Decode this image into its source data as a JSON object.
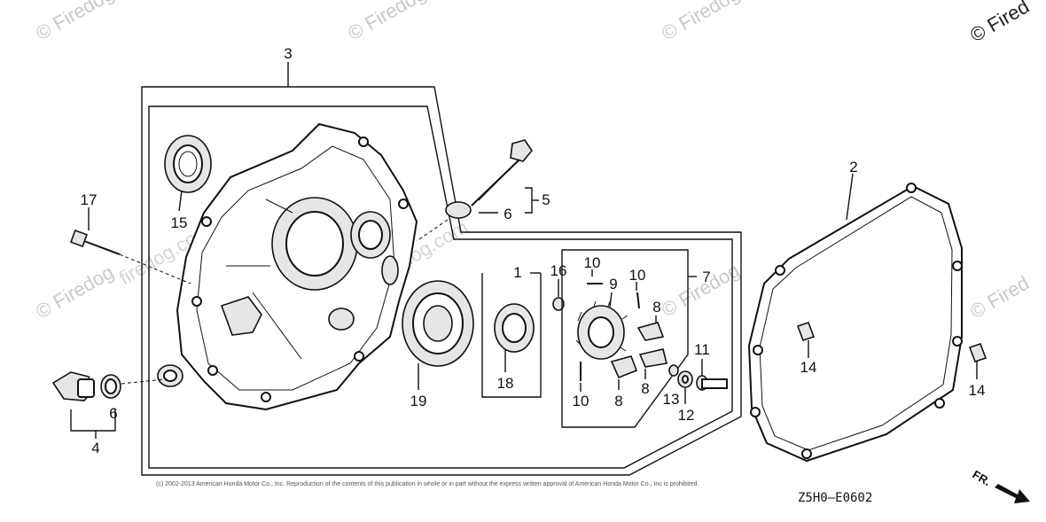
{
  "watermarks": [
    "© Firedog.com",
    "© Firedog.com",
    "© Firedog.com",
    "© Fired",
    "© Firedog",
    "© Firedog",
    "© Fired",
    "firedog.com",
    "firedog.com"
  ],
  "callouts": {
    "p1": "1",
    "p2": "2",
    "p3": "3",
    "p4": "4",
    "p5": "5",
    "p6a": "6",
    "p6b": "6",
    "p7": "7",
    "p8a": "8",
    "p8b": "8",
    "p8c": "8",
    "p9": "9",
    "p10a": "10",
    "p10b": "10",
    "p10c": "10",
    "p11": "11",
    "p12": "12",
    "p13": "13",
    "p14a": "14",
    "p14b": "14",
    "p15": "15",
    "p16": "16",
    "p17": "17",
    "p18": "18",
    "p19": "19"
  },
  "copyright": "(c) 2002-2013 American Honda Motor Co., Inc. Reproduction of the contents of this publication in whole or in part without the express written approval of American Honda Motor Co., Inc is prohibited.",
  "diagram_code": "Z5H0—E0602",
  "front_arrow_label": "FR.",
  "icons": {
    "front": "front-direction-arrow-icon"
  }
}
